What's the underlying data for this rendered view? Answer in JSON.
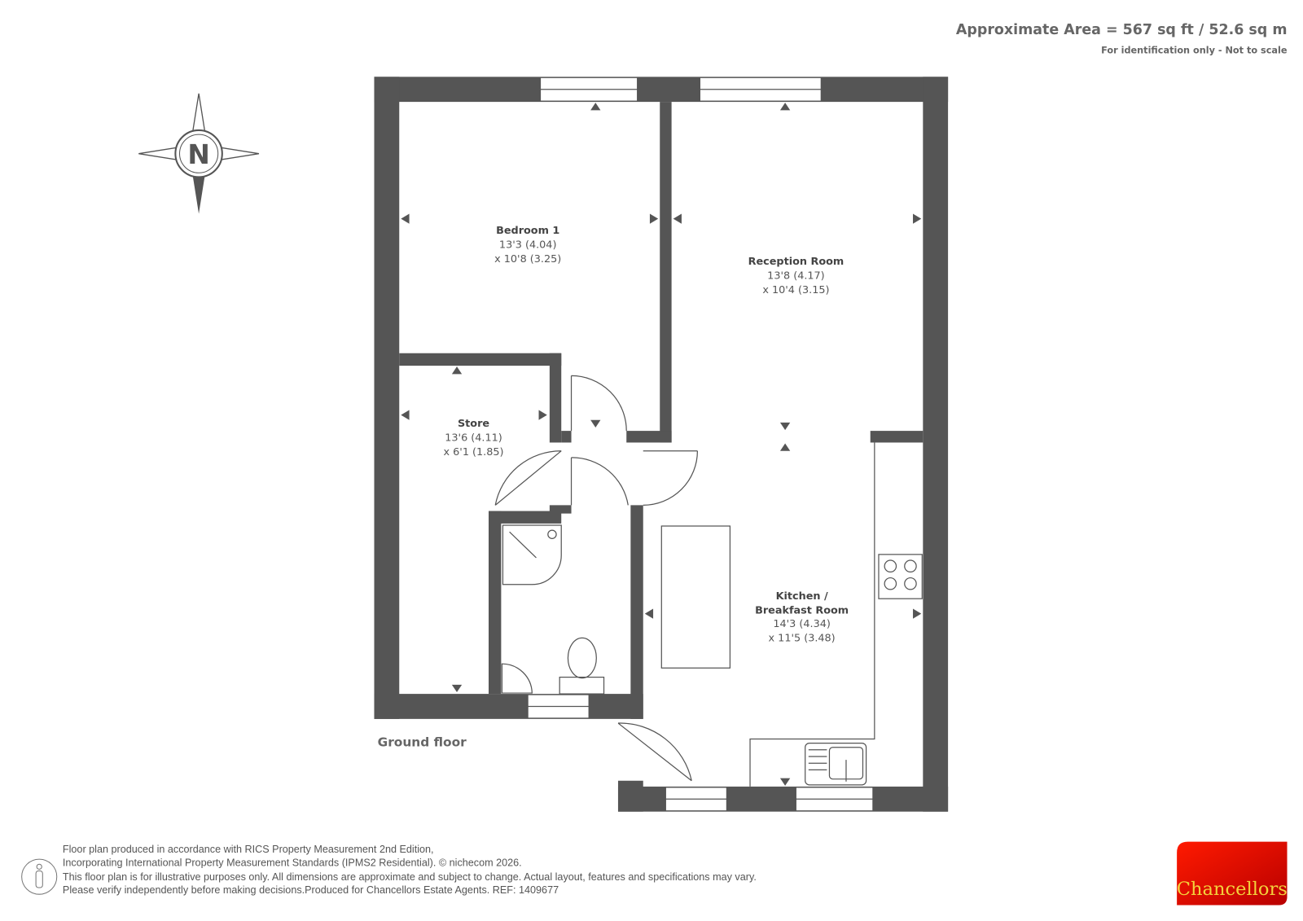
{
  "header": {
    "area": "Approximate Area = 567 sq ft / 52.6 sq m",
    "note": "For identification only - Not to scale"
  },
  "compass": {
    "label": "N"
  },
  "floor_label": "Ground floor",
  "rooms": [
    {
      "name": "Bedroom 1",
      "dims": [
        "13'3 (4.04)",
        "x 10'8 (3.25)"
      ]
    },
    {
      "name": "Reception Room",
      "dims": [
        "13'8 (4.17)",
        "x 10'4 (3.15)"
      ]
    },
    {
      "name": "Store",
      "dims": [
        "13'6 (4.11)",
        "x 6'1 (1.85)"
      ]
    },
    {
      "name_lines": [
        "Kitchen /",
        "Breakfast Room"
      ],
      "dims": [
        "14'3 (4.34)",
        "x 11'5 (3.48)"
      ]
    }
  ],
  "disclaimer": [
    "Floor plan produced in accordance with RICS Property Measurement 2nd Edition,",
    "Incorporating International Property Measurement Standards (IPMS2 Residential).   © nichecom 2026.",
    "This floor plan is for illustrative purposes only. All dimensions are approximate and subject to change. Actual layout, features and specifications may vary.",
    "Please verify independently before making decisions.Produced for Chancellors Estate Agents.   REF: 1409677"
  ],
  "logo": {
    "text": "Chancellors",
    "color": "#e00000"
  },
  "colors": {
    "wall": "#555555"
  }
}
